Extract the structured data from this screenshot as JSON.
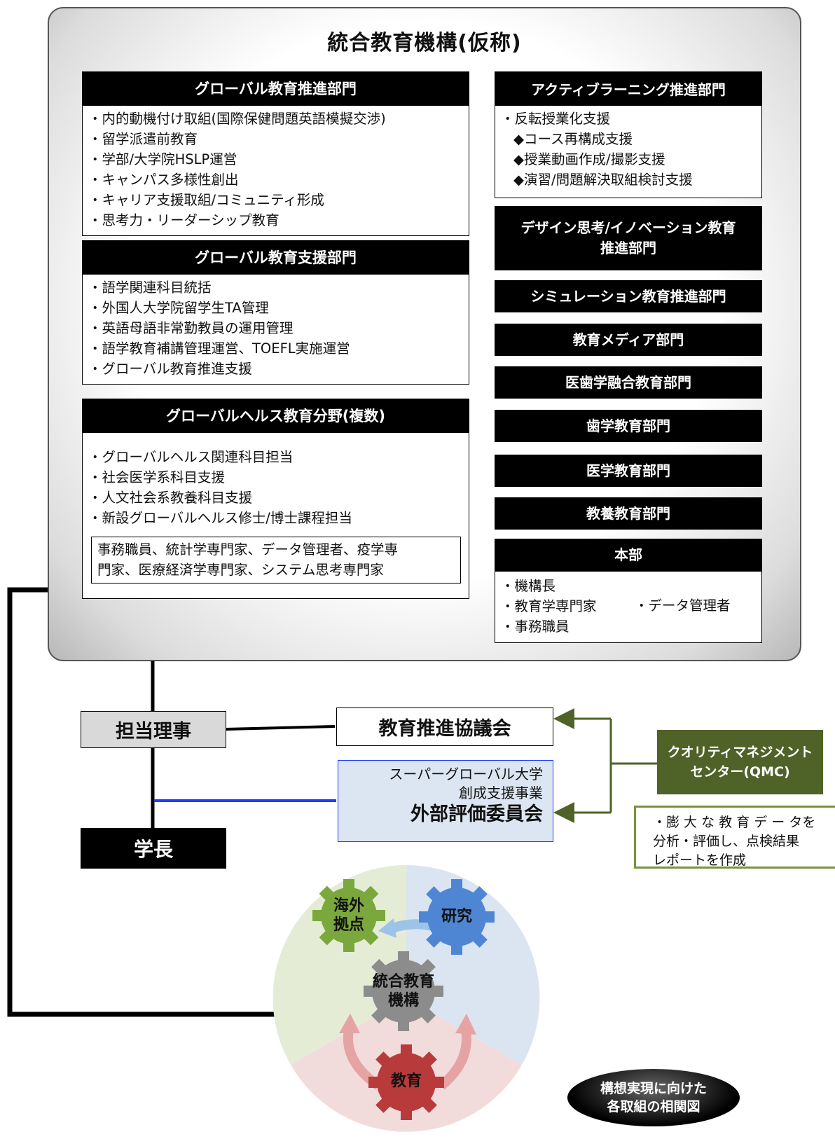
{
  "org": {
    "title": "統合教育機構(仮称)",
    "global_promo": {
      "header": "グローバル教育推進部門",
      "items": [
        "・内的動機付け取組(国際保健問題英語模擬交渉)",
        "・留学派遣前教育",
        "・学部/大学院HSLP運営",
        "・キャンパス多様性創出",
        "・キャリア支援取組/コミュニティ形成",
        "・思考力・リーダーシップ教育"
      ]
    },
    "global_support": {
      "header": "グローバル教育支援部門",
      "items": [
        "・語学関連科目統括",
        "・外国人大学院留学生TA管理",
        "・英語母語非常勤教員の運用管理",
        "・語学教育補講管理運営、TOEFL実施運営",
        "・グローバル教育推進支援"
      ]
    },
    "global_health": {
      "header": "グローバルヘルス教育分野(複数)",
      "items": [
        "・グローバルヘルス関連科目担当",
        "・社会医学系科目支援",
        "・人文社会系教養科目支援",
        "・新設グローバルヘルス修士/博士課程担当"
      ],
      "staff_line1": "事務職員、統計学専門家、データ管理者、疫学専",
      "staff_line2": "門家、医療経済学専門家、システム思考専門家"
    },
    "active_learning": {
      "header": "アクティブラーニング推進部門",
      "items": [
        "・反転授業化支援",
        "◆コース再構成支援",
        "◆授業動画作成/撮影支援",
        "◆演習/問題解決取組検討支援"
      ]
    },
    "design_thinking_line1": "デザイン思考/イノベーション教育",
    "design_thinking_line2": "推進部門",
    "simulation": "シミュレーション教育推進部門",
    "media": "教育メディア部門",
    "med_dent": "医歯学融合教育部門",
    "dental": "歯学教育部門",
    "medical": "医学教育部門",
    "liberal": "教養教育部門",
    "hq": {
      "header": "本部",
      "items": [
        "・機構長",
        "・教育学専門家",
        "・事務職員"
      ],
      "side_item": "・データ管理者"
    }
  },
  "lower": {
    "director": "担当理事",
    "council": "教育推進協議会",
    "sgu_line1": "スーパーグローバル大学",
    "sgu_line2": "創成支援事業",
    "sgu_line3": "外部評価委員会",
    "president": "学長",
    "qmc_line1": "クオリティマネジメント",
    "qmc_line2": "センター(QMC)",
    "qmc_desc_line1": "・膨 大 な 教 育 デ ー タを",
    "qmc_desc_line2": "分析・評価し、点検結果",
    "qmc_desc_line3": "レポートを作成"
  },
  "gears": {
    "overseas_line1": "海外",
    "overseas_line2": "拠点",
    "research": "研究",
    "center_line1": "統合教育",
    "center_line2": "機構",
    "education": "教育"
  },
  "badge": {
    "line1": "構想実現に向けた",
    "line2": "各取組の相関図"
  },
  "colors": {
    "qmc_green": "#4f6228",
    "overseas_gear": "#7aa83c",
    "research_gear": "#4f86d4",
    "center_gear": "#8c8c8c",
    "education_gear": "#b83a3a"
  }
}
